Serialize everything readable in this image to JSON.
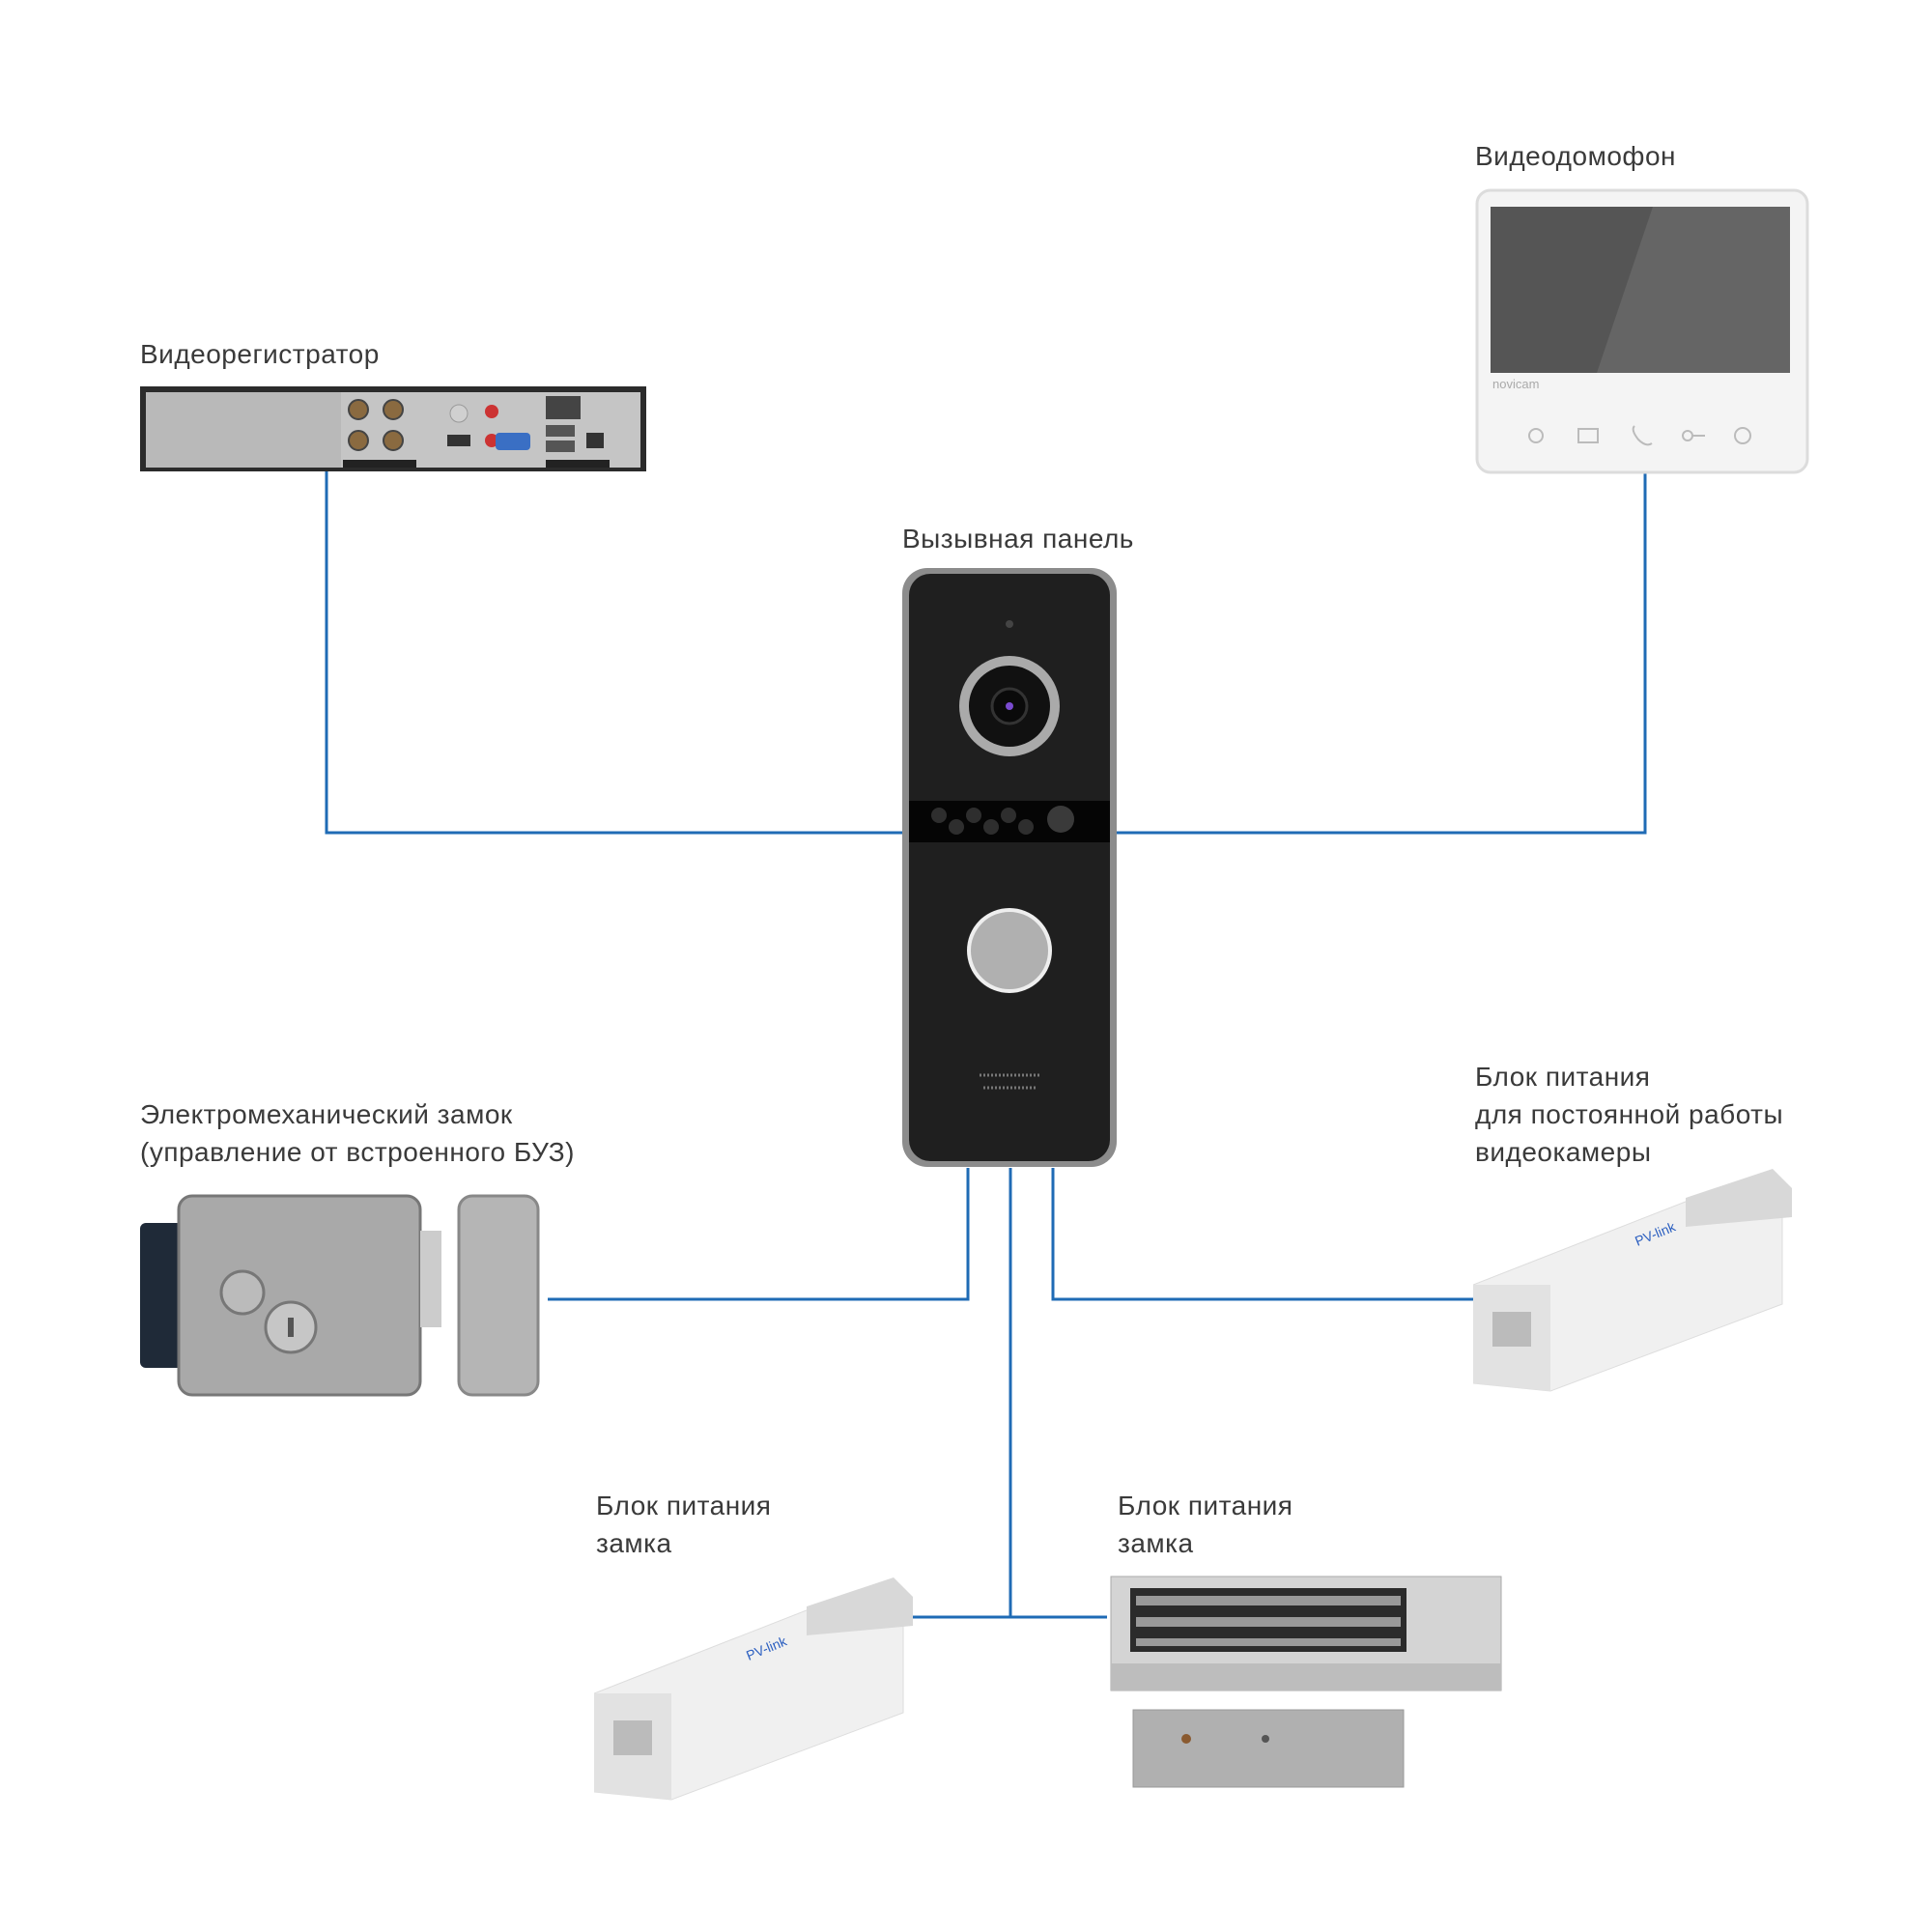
{
  "colors": {
    "wire": "#1f6bb5",
    "text": "#3a3a3a",
    "panel": "#1c1c1c",
    "device_white": "#f2f2f2",
    "steel": "#b8b8b8"
  },
  "labels": {
    "monitor": "Видеодомофон",
    "dvr": "Видеорегистратор",
    "call_panel": "Вызывная панель",
    "lock_line1": "Электромеханический замок",
    "lock_line2": "(управление от встроенного БУЗ)",
    "psu_camera_line1": "Блок питания",
    "psu_camera_line2": "для постоянной работы",
    "psu_camera_line3": "видеокамеры",
    "psu_lock1_line1": "Блок питания",
    "psu_lock1_line2": "замка",
    "psu_lock2_line1": "Блок питания",
    "psu_lock2_line2": "замка"
  },
  "logos": {
    "monitor_brand": "novicam",
    "psu_brand": "PV-link"
  },
  "icons": [
    "do-not-disturb-icon",
    "gallery-icon",
    "phone-icon",
    "key-icon",
    "settings-icon"
  ]
}
